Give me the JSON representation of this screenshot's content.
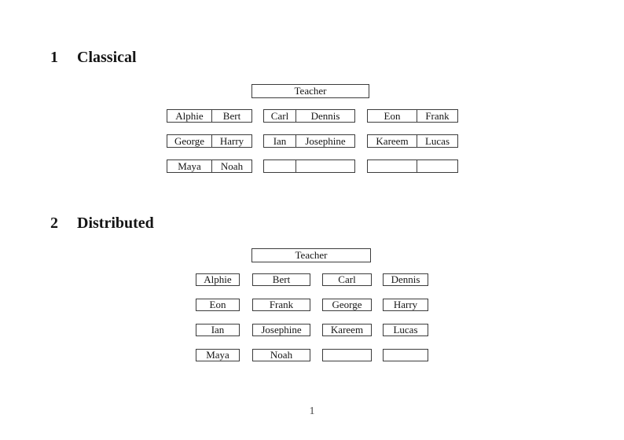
{
  "document": {
    "background": "#ffffff",
    "line_color": "#3c3c3c",
    "text_color": "#151515",
    "page_number": "1"
  },
  "sections": {
    "classical": {
      "number": "1",
      "title": "Classical",
      "teacher_label": "Teacher",
      "desk_rows": [
        [
          {
            "left": "Alphie",
            "right": "Bert"
          },
          {
            "left": "Carl",
            "right": "Dennis"
          },
          {
            "left": "Eon",
            "right": "Frank"
          }
        ],
        [
          {
            "left": "George",
            "right": "Harry"
          },
          {
            "left": "Ian",
            "right": "Josephine"
          },
          {
            "left": "Kareem",
            "right": "Lucas"
          }
        ],
        [
          {
            "left": "Maya",
            "right": "Noah"
          },
          {
            "left": "",
            "right": ""
          },
          {
            "left": "",
            "right": ""
          }
        ]
      ]
    },
    "distributed": {
      "number": "2",
      "title": "Distributed",
      "teacher_label": "Teacher",
      "seat_rows": [
        [
          "Alphie",
          "Bert",
          "Carl",
          "Dennis"
        ],
        [
          "Eon",
          "Frank",
          "George",
          "Harry"
        ],
        [
          "Ian",
          "Josephine",
          "Kareem",
          "Lucas"
        ],
        [
          "Maya",
          "Noah",
          "",
          ""
        ]
      ]
    }
  }
}
